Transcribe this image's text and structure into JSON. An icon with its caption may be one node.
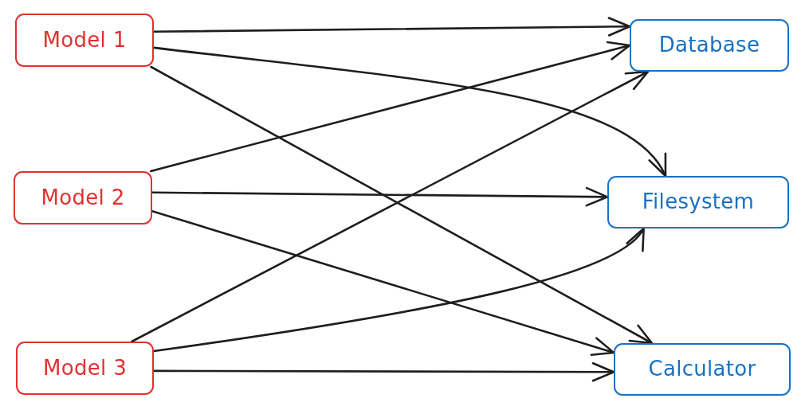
{
  "diagram": {
    "nodes": [
      {
        "text": [
          "Model 1"
        ]
      },
      {
        "text": [
          "Model 2"
        ]
      },
      {
        "text": [
          "Model 3"
        ]
      },
      {
        "text": [
          "Database"
        ]
      },
      {
        "text": [
          "Filesystem"
        ]
      },
      {
        "text": [
          "Calculator"
        ]
      }
    ],
    "edges": [
      {
        "from": 0,
        "to": 3,
        "arrow": "to"
      },
      {
        "from": 0,
        "to": 4,
        "arrow": "to"
      },
      {
        "from": 0,
        "to": 5,
        "arrow": "to"
      },
      {
        "from": 1,
        "to": 3,
        "arrow": "to"
      },
      {
        "from": 1,
        "to": 4,
        "arrow": "to"
      },
      {
        "from": 1,
        "to": 5,
        "arrow": "to"
      },
      {
        "from": 2,
        "to": 3,
        "arrow": "to"
      },
      {
        "from": 2,
        "to": 4,
        "arrow": "to"
      },
      {
        "from": 2,
        "to": 5,
        "arrow": "to"
      }
    ]
  }
}
